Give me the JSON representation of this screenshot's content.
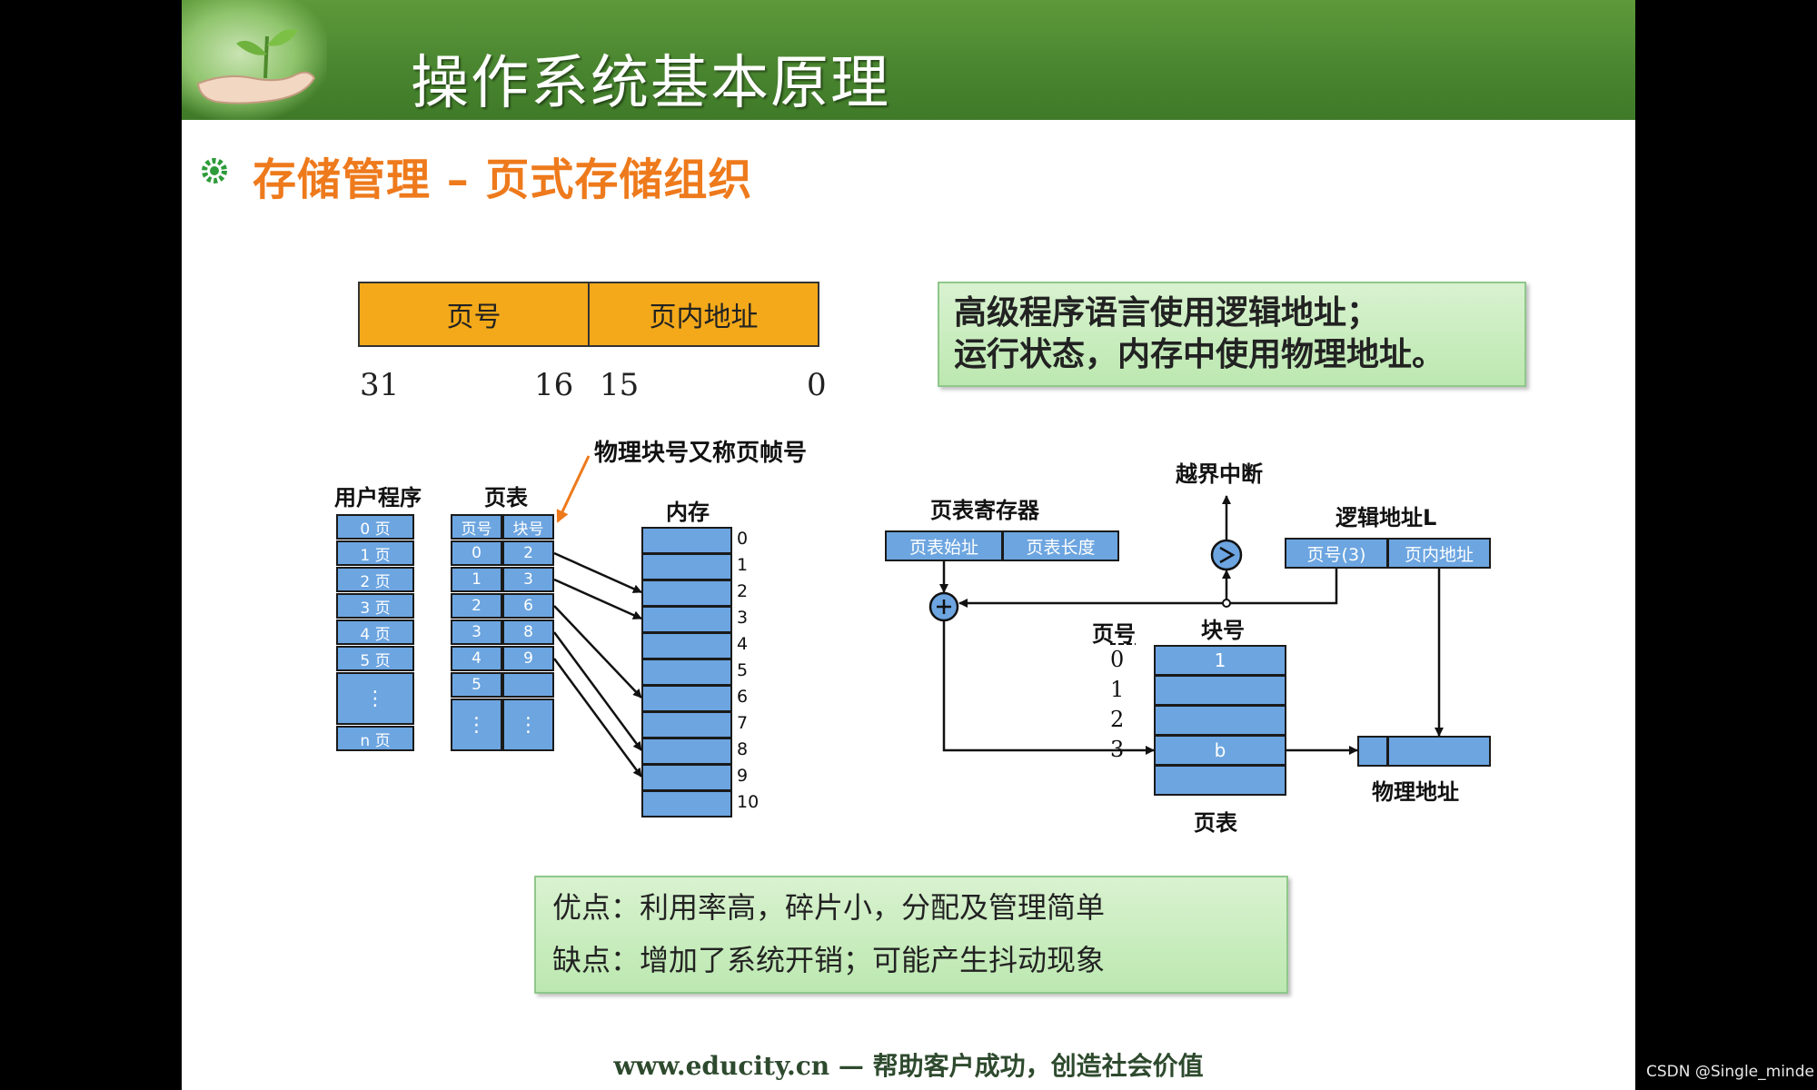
{
  "header": {
    "title": "操作系统基本原理"
  },
  "subtitle": "存储管理 – 页式存储组织",
  "address_format": {
    "fields": [
      "页号",
      "页内地址"
    ],
    "bits": [
      "31",
      "16",
      "15",
      "0"
    ]
  },
  "note": {
    "lines": [
      "高级程序语言使用逻辑地址；",
      "运行状态，内存中使用物理地址。"
    ]
  },
  "left_diagram": {
    "callout": "物理块号又称页帧号",
    "user_program": {
      "label": "用户程序",
      "pages": [
        "0 页",
        "1 页",
        "2 页",
        "3 页",
        "4 页",
        "5 页",
        "⋮",
        "n 页"
      ]
    },
    "page_table": {
      "label": "页表",
      "headers": [
        "页号",
        "块号"
      ],
      "rows": [
        [
          "0",
          "2"
        ],
        [
          "1",
          "3"
        ],
        [
          "2",
          "6"
        ],
        [
          "3",
          "8"
        ],
        [
          "4",
          "9"
        ],
        [
          "5",
          ""
        ],
        [
          "⋮",
          "⋮"
        ]
      ]
    },
    "memory": {
      "label": "内存",
      "blocks": [
        "0",
        "1",
        "2",
        "3",
        "4",
        "5",
        "6",
        "7",
        "8",
        "9",
        "10"
      ]
    }
  },
  "right_diagram": {
    "register_label": "页表寄存器",
    "register_fields": [
      "页表始址",
      "页表长度"
    ],
    "interrupt_label": "越界中断",
    "compare_symbol": ">",
    "adder_symbol": "+",
    "logical_label": "逻辑地址L",
    "logical_fields": [
      "页号(3)",
      "页内地址"
    ],
    "page_no_label": "页号",
    "block_no_label": "块号",
    "page_numbers": [
      "0",
      "1",
      "2",
      "3"
    ],
    "page_table_cells": [
      "1",
      "",
      "",
      "b",
      ""
    ],
    "page_table_label": "页表",
    "physical_label": "物理地址"
  },
  "summary": {
    "lines": [
      "优点：利用率高，碎片小，分配及管理简单",
      "缺点：增加了系统开销；可能产生抖动现象"
    ]
  },
  "footer": "www.educity.cn — 帮助客户成功，创造社会价值",
  "watermark": "CSDN @Single_minde",
  "colors": {
    "header_green": "#4a8630",
    "title_orange": "#ee7a1c",
    "bar_orange": "#f3a919",
    "cell_blue": "#6ca5e0",
    "note_green": "#c6ecbb"
  }
}
